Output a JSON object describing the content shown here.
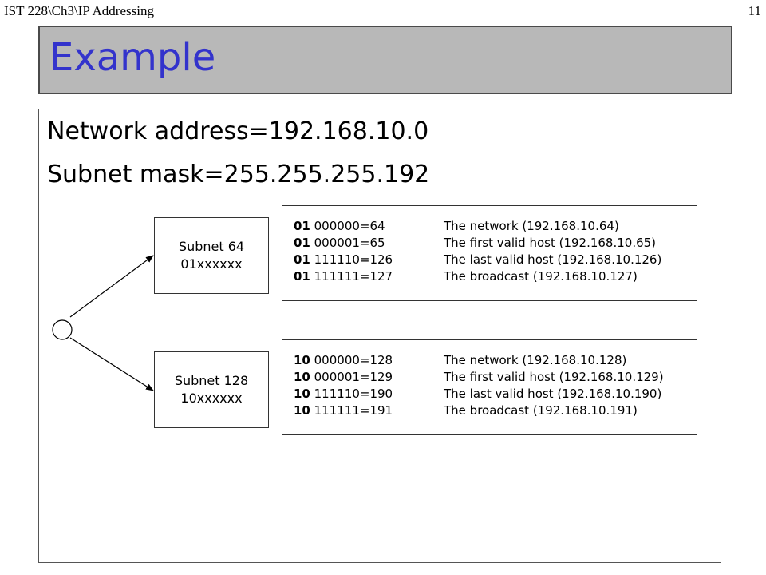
{
  "header": {
    "left": "IST 228\\Ch3\\IP Addressing",
    "right": "11"
  },
  "title": "Example",
  "bullets": [
    "Network address=192.168.10.0",
    "Subnet mask=255.255.255.192"
  ],
  "subnets": [
    {
      "name": "Subnet 64",
      "pattern": "01xxxxxx",
      "rows": [
        {
          "prefix": "01",
          "value": " 000000=64",
          "desc": "The network (192.168.10.64)"
        },
        {
          "prefix": "01",
          "value": " 000001=65",
          "desc": "The first valid host (192.168.10.65)"
        },
        {
          "prefix": "01",
          "value": " 111110=126",
          "desc": "The last valid host (192.168.10.126)"
        },
        {
          "prefix": "01",
          "value": " 111111=127",
          "desc": "The broadcast (192.168.10.127)"
        }
      ]
    },
    {
      "name": "Subnet 128",
      "pattern": "10xxxxxx",
      "rows": [
        {
          "prefix": "10",
          "value": " 000000=128",
          "desc": "The network (192.168.10.128)"
        },
        {
          "prefix": "10",
          "value": " 000001=129",
          "desc": "The first valid host (192.168.10.129)"
        },
        {
          "prefix": "10",
          "value": " 111110=190",
          "desc": "The last valid host (192.168.10.190)"
        },
        {
          "prefix": "10",
          "value": " 111111=191",
          "desc": "The broadcast (192.168.10.191)"
        }
      ]
    }
  ],
  "colors": {
    "title_text": "#3333cc",
    "title_bar": "#b8b8b8"
  }
}
